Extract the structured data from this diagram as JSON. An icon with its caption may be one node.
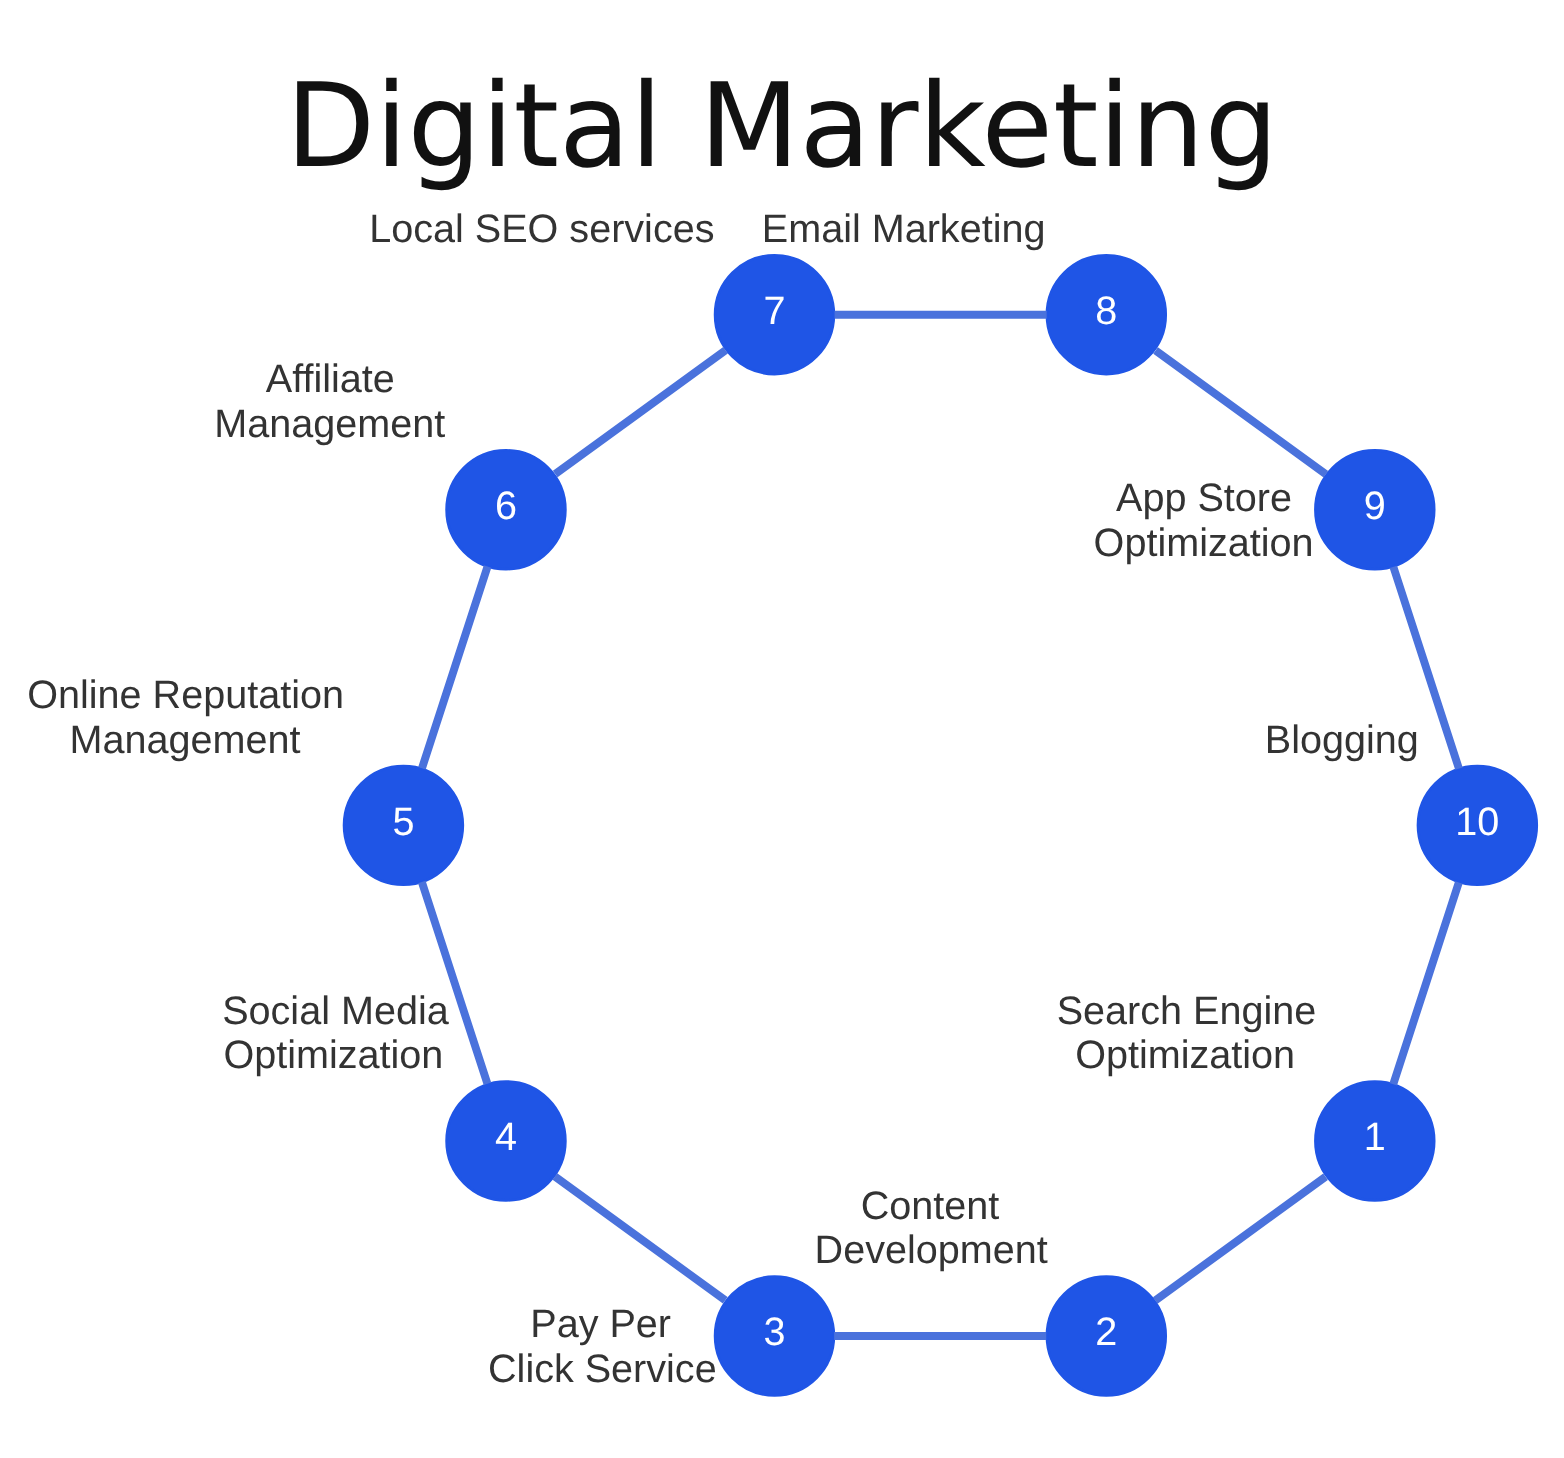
{
  "diagram": {
    "title": "Digital Marketing",
    "nodes": [
      {
        "text": [
          "1"
        ],
        "beside": [
          "Search Engine Optimization"
        ]
      },
      {
        "text": [
          "2"
        ],
        "beside": [
          "Content Development"
        ]
      },
      {
        "text": [
          "3"
        ],
        "beside": [
          "Pay Per Click Service"
        ]
      },
      {
        "text": [
          "4"
        ],
        "beside": [
          "Social Media Optimization"
        ]
      },
      {
        "text": [
          "5"
        ],
        "beside": [
          "Online Reputation Management"
        ]
      },
      {
        "text": [
          "6"
        ],
        "beside": [
          "Affiliate Management"
        ]
      },
      {
        "text": [
          "7"
        ],
        "beside": [
          "Local SEO services"
        ]
      },
      {
        "text": [
          "8"
        ],
        "beside": [
          "Email Marketing"
        ]
      },
      {
        "text": [
          "9"
        ],
        "beside": [
          "App Store Optimization"
        ]
      },
      {
        "text": [
          "10"
        ],
        "beside": [
          "Blogging"
        ]
      }
    ],
    "edges": [
      {
        "from": 0,
        "to": 1,
        "arrow": "none"
      },
      {
        "from": 1,
        "to": 2,
        "arrow": "none"
      },
      {
        "from": 2,
        "to": 3,
        "arrow": "none"
      },
      {
        "from": 3,
        "to": 4,
        "arrow": "none"
      },
      {
        "from": 4,
        "to": 5,
        "arrow": "none"
      },
      {
        "from": 5,
        "to": 6,
        "arrow": "none"
      },
      {
        "from": 6,
        "to": 7,
        "arrow": "none"
      },
      {
        "from": 7,
        "to": 8,
        "arrow": "none"
      },
      {
        "from": 8,
        "to": 9,
        "arrow": "none"
      },
      {
        "from": 9,
        "to": 0,
        "arrow": "none"
      }
    ]
  }
}
